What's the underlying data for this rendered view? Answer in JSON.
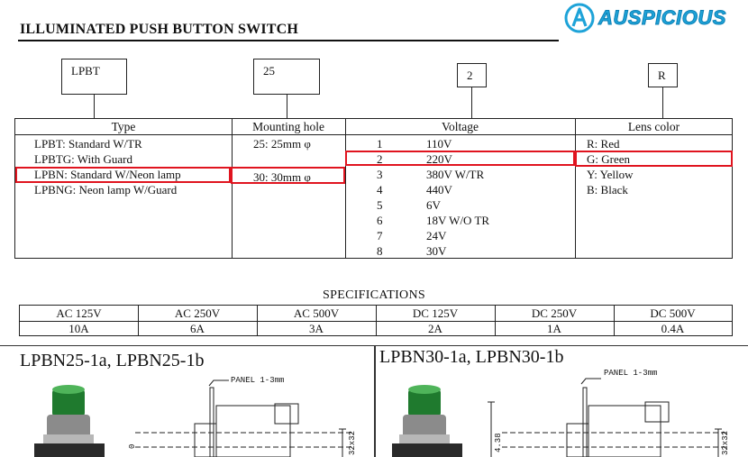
{
  "header": {
    "title": "ILLUMINATED PUSH BUTTON SWITCH",
    "brand": "AUSPICIOUS",
    "brand_color": "#1ea3d8"
  },
  "codes": {
    "type": "LPBT",
    "mounting": "25",
    "voltage": "2",
    "lens": "R"
  },
  "table": {
    "headers": [
      "Type",
      "Mounting hole",
      "Voltage",
      "Lens color"
    ],
    "types": [
      "LPBT:  Standard W/TR",
      "LPBTG:  With Guard",
      "LPBN:  Standard W/Neon lamp",
      "LPBNG:  Neon lamp W/Guard"
    ],
    "mounting": [
      "25:  25mm φ",
      "30:  30mm φ"
    ],
    "voltage": [
      {
        "code": "1",
        "value": "110V"
      },
      {
        "code": "2",
        "value": "220V"
      },
      {
        "code": "3",
        "value": "380V W/TR"
      },
      {
        "code": "4",
        "value": "440V"
      },
      {
        "code": "5",
        "value": "6V"
      },
      {
        "code": "6",
        "value": "18V W/O TR"
      },
      {
        "code": "7",
        "value": "24V"
      },
      {
        "code": "8",
        "value": "30V"
      }
    ],
    "lens": [
      "R:  Red",
      "G:  Green",
      "Y:  Yellow",
      "B:  Black"
    ],
    "highlight_color": "#e0141f"
  },
  "specifications": {
    "title": "SPECIFICATIONS",
    "headers": [
      "AC 125V",
      "AC 250V",
      "AC 500V",
      "DC 125V",
      "DC 250V",
      "DC 500V"
    ],
    "values": [
      "10A",
      "6A",
      "3A",
      "2A",
      "1A",
      "0.4A"
    ]
  },
  "drawings": {
    "left_title": "LPBN25-1a, LPBN25-1b",
    "right_title": "LPBN30-1a, LPBN30-1b",
    "panel_label": "PANEL 1-3mm",
    "dim_left": "0",
    "dim_right": "4.38",
    "dim_side": "32x32",
    "lens_color": "#1f7a2e"
  }
}
